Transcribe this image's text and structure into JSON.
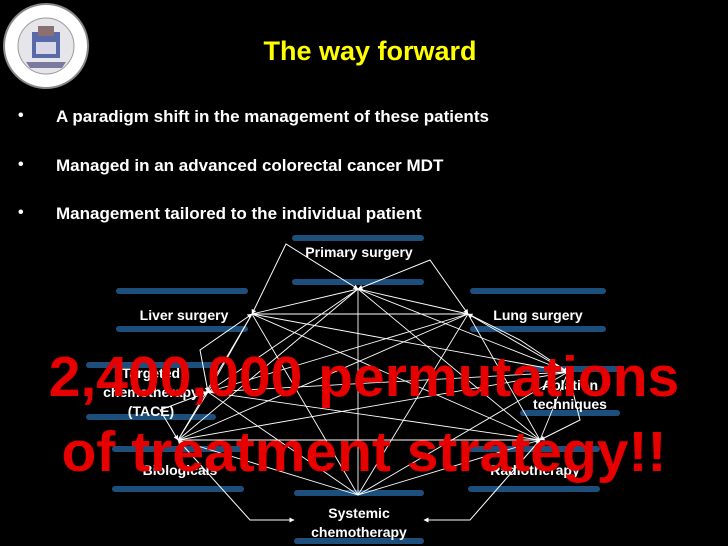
{
  "title": "The way forward",
  "bullets": [
    "A paradigm shift in the management of these patients",
    "Managed in an advanced colorectal cancer MDT",
    "Management tailored to the individual patient"
  ],
  "nodes": [
    {
      "id": "primary",
      "label": "Primary surgery"
    },
    {
      "id": "lung",
      "label": "Lung surgery"
    },
    {
      "id": "ablation",
      "label": "Ablation techniques"
    },
    {
      "id": "radio",
      "label": "Radiotherapy"
    },
    {
      "id": "systemic",
      "label": "Systemic chemotherapy"
    },
    {
      "id": "bio",
      "label": "Biologicals"
    },
    {
      "id": "tace",
      "label": "Targeted chemotherapy (TACE)"
    },
    {
      "id": "liver",
      "label": "Liver surgery"
    }
  ],
  "overlay": [
    "2,400,000 permutations",
    "of treatment strategy!!"
  ],
  "logo_icon": "hospital-seal-icon",
  "colors": {
    "title": "#ffff00",
    "overlay": "#e60000",
    "node_band": "#1d4f7c"
  }
}
